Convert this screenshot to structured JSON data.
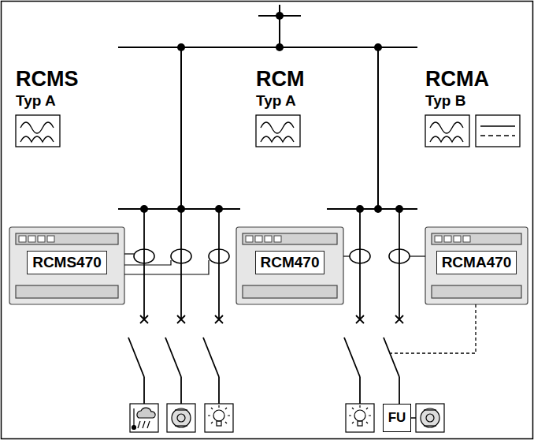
{
  "diagram": {
    "nodes": [
      {
        "text": [
          "RCMS470"
        ]
      },
      {
        "text": [
          "RCM470"
        ]
      },
      {
        "text": [
          "RCMA470"
        ]
      },
      {
        "text": [
          "FU"
        ]
      }
    ],
    "labels": [
      "RCMS",
      "Typ A",
      "RCM",
      "Typ A",
      "RCMA",
      "Typ B"
    ]
  }
}
